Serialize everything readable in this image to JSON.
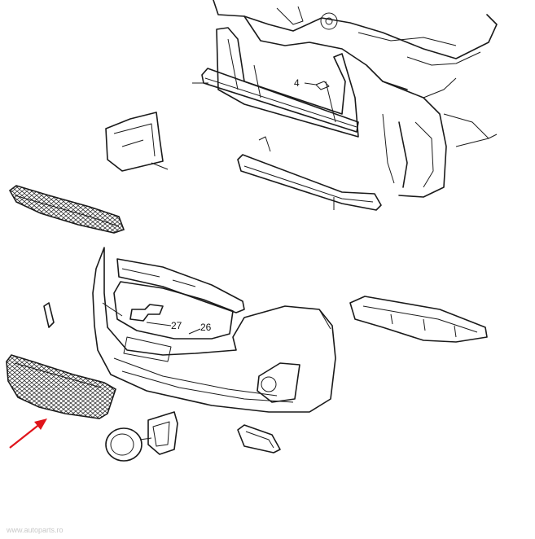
{
  "diagram": {
    "callouts": [
      {
        "id": "4",
        "label": "4"
      },
      {
        "id": "27",
        "label": "27"
      },
      {
        "id": "26",
        "label": "26"
      }
    ],
    "highlight_color": "#e0141b",
    "line_color": "#1a1a1a",
    "watermark": "www.autoparts.ro"
  }
}
